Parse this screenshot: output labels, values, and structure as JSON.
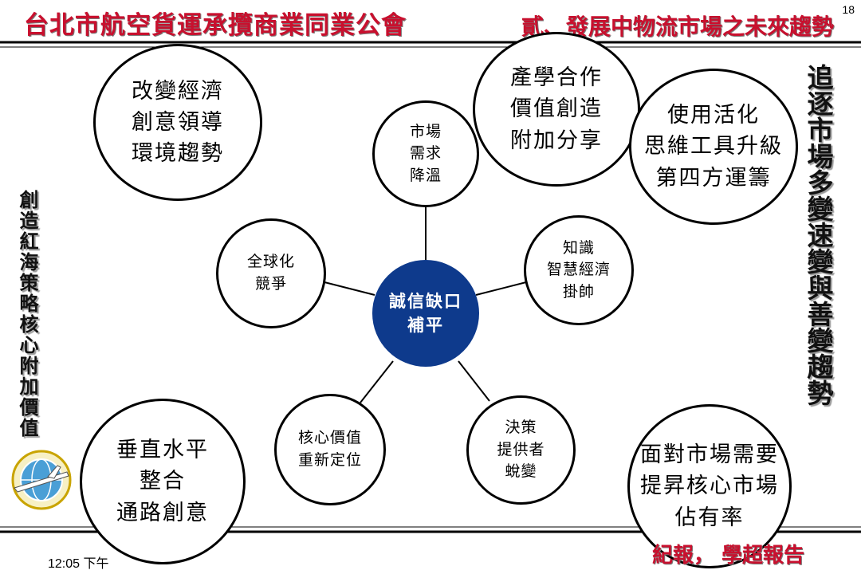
{
  "header": {
    "org_title": "台北市航空貨運承攬商業同業公會",
    "section_title": "貳、發展中物流市場之未來趨勢",
    "page_number": "18"
  },
  "side_text": {
    "left": "創造紅海策略核心附加價值",
    "right": "追逐市場多變速變與善變趨勢"
  },
  "diagram": {
    "center": "誠信缺口\n補平",
    "hub_nodes": [
      "市場\n需求\n降溫",
      "知識\n智慧經濟\n掛帥",
      "決策\n提供者\n蛻變",
      "核心價值\n重新定位",
      "全球化\n競爭"
    ],
    "corner_nodes": [
      "改變經濟\n創意領導\n環境趨勢",
      "產學合作\n價值創造\n附加分享",
      "使用活化\n思維工具升級\n第四方運籌",
      "垂直水平\n整合\n通路創意",
      "面對市場需要\n提昇核心市場\n佔有率"
    ]
  },
  "footer": {
    "time": "12:05 下午",
    "report_label": "紀報，  學超報告"
  },
  "colors": {
    "title_red": "#c8102e",
    "center_blue": "#0e3a8c",
    "line_black": "#000000"
  },
  "icons": [
    "association-logo-icon"
  ]
}
